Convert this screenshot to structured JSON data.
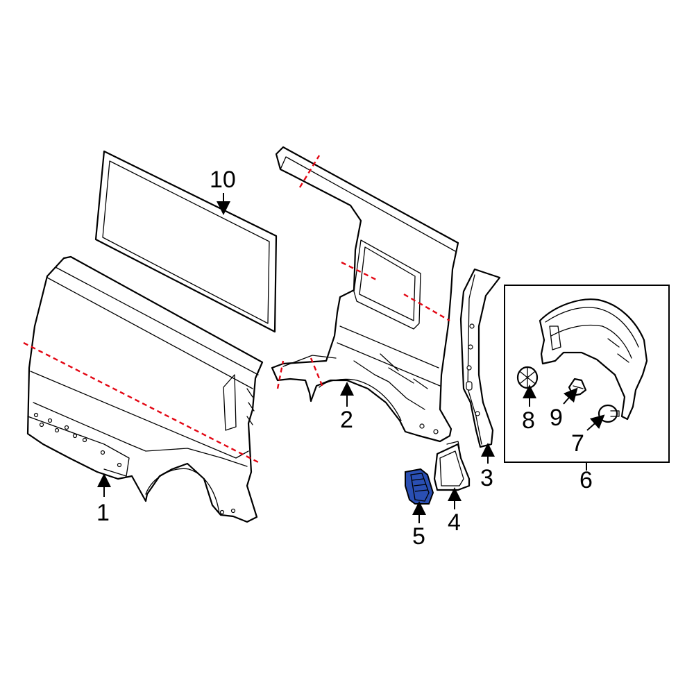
{
  "colors": {
    "line": "#000000",
    "cut_line": "#e30613",
    "highlight": "#2a4fb3",
    "background": "#ffffff"
  },
  "callouts": {
    "part_1": "1",
    "part_2": "2",
    "part_3": "3",
    "part_4": "4",
    "part_5": "5",
    "part_6": "6",
    "part_7": "7",
    "part_8": "8",
    "part_9": "9",
    "part_10": "10"
  },
  "highlighted_part": "5"
}
